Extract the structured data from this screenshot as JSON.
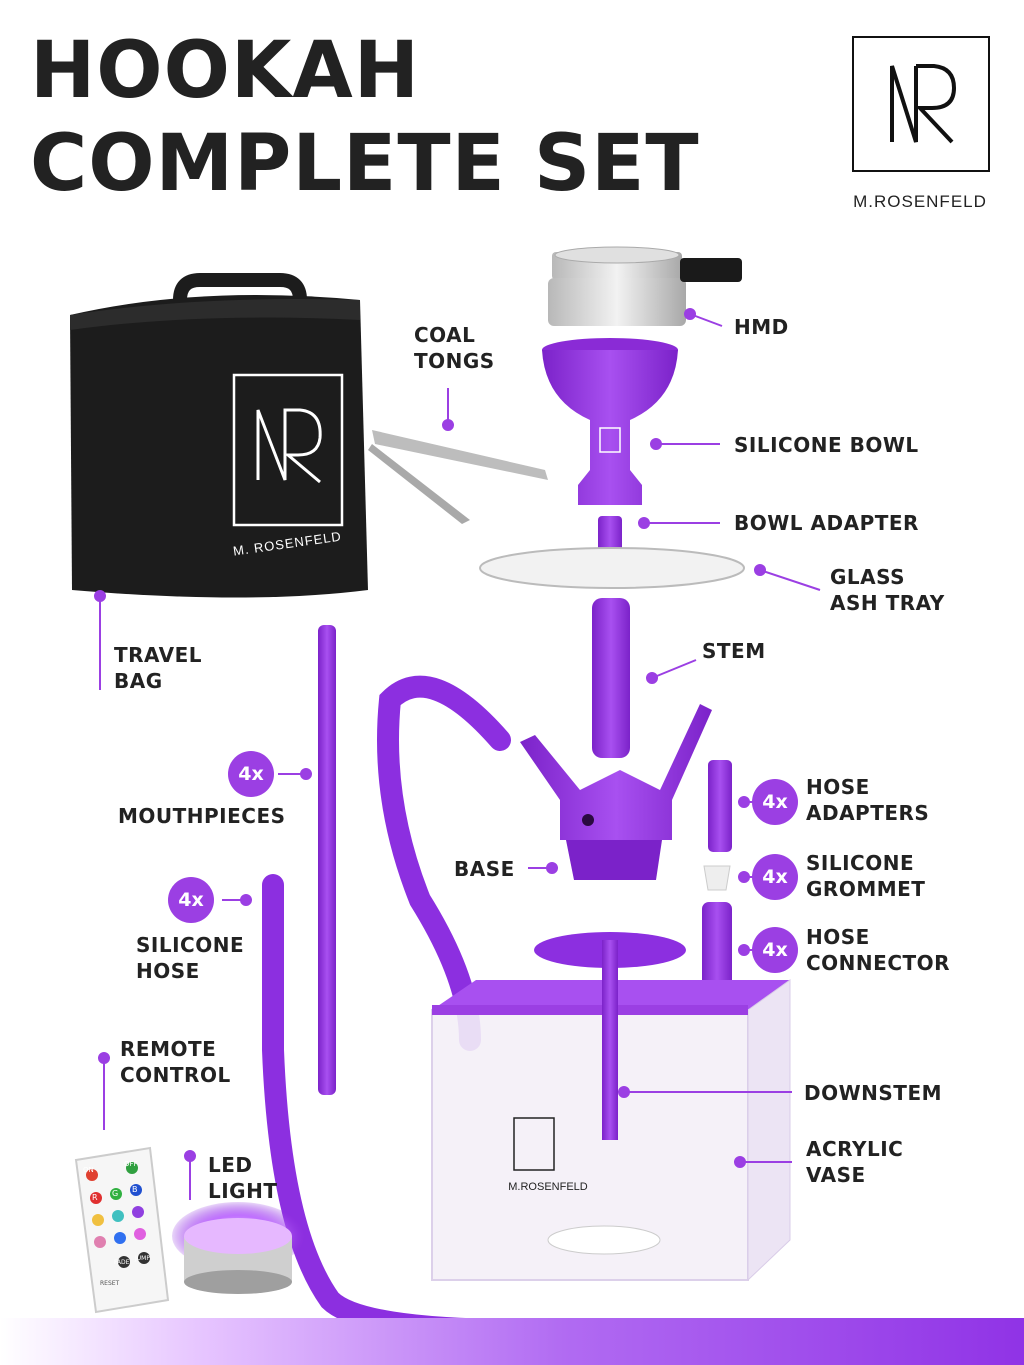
{
  "header": {
    "title_line1": "HOOKAH",
    "title_line2": "COMPLETE SET"
  },
  "brand": {
    "name": "M.ROSENFELD",
    "bag_print": "M. ROSENFELD",
    "vase_print": "M.ROSENFELD"
  },
  "colors": {
    "accent": "#9b3fe3",
    "text": "#222222",
    "bag": "#1c1c1c"
  },
  "labels": {
    "hmd": "HMD",
    "coal_tongs": "COAL\nTONGS",
    "silicone_bowl": "SILICONE BOWL",
    "bowl_adapter": "BOWL ADAPTER",
    "glass_ash_tray": "GLASS\nASH TRAY",
    "stem": "STEM",
    "travel_bag": "TRAVEL\nBAG",
    "mouthpieces": "MOUTHPIECES",
    "hose_adapters": "HOSE\nADAPTERS",
    "base": "BASE",
    "silicone_grommet": "SILICONE\nGROMMET",
    "silicone_hose": "SILICONE\nHOSE",
    "hose_connector": "HOSE\nCONNECTOR",
    "remote_control": "REMOTE\nCONTROL",
    "downstem": "DOWNSTEM",
    "led_light": "LED\nLIGHT",
    "acrylic_vase": "ACRYLIC\nVASE"
  },
  "badges": {
    "mouthpieces": "4x",
    "hose_adapters": "4x",
    "silicone_grommet": "4x",
    "silicone_hose": "4x",
    "hose_connector": "4x"
  },
  "remote": {
    "buttons": [
      "ON",
      "OFF",
      "R",
      "G",
      "B",
      "FADE",
      "JUMP",
      "RESET"
    ]
  },
  "icons": [
    "mr-logo",
    "travel-bag",
    "coal-tongs",
    "hmd",
    "silicone-bowl",
    "bowl-adapter",
    "ash-tray",
    "stem",
    "base",
    "mouthpiece",
    "hose",
    "hose-adapter",
    "grommet",
    "hose-connector",
    "vase",
    "downstem",
    "remote",
    "led-light"
  ]
}
